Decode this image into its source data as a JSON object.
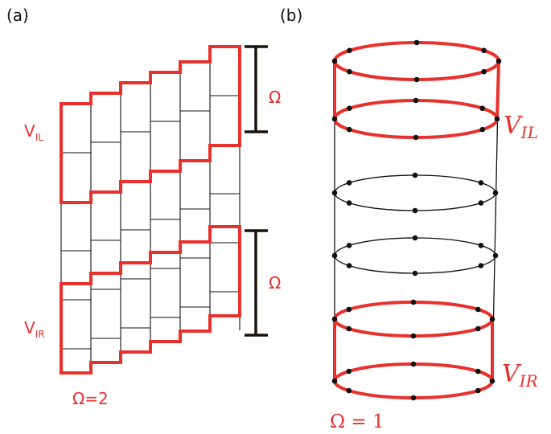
{
  "panel_a": {
    "label": "(a)",
    "omega_top": "Ω",
    "omega_bottom": "Ω",
    "v_il_main": "V",
    "v_il_sub": "IL",
    "v_ir_main": "V",
    "v_ir_sub": "IR",
    "omega_value": "Ω=2"
  },
  "panel_b": {
    "label": "(b)",
    "v_il_main": "V",
    "v_il_sub": "IL",
    "v_ir_main": "V",
    "v_ir_sub": "IR",
    "omega_value": "Ω = 1"
  },
  "colors": {
    "highlight": "#e8302c",
    "grid": "#111111",
    "bracket": "#1a120c"
  }
}
